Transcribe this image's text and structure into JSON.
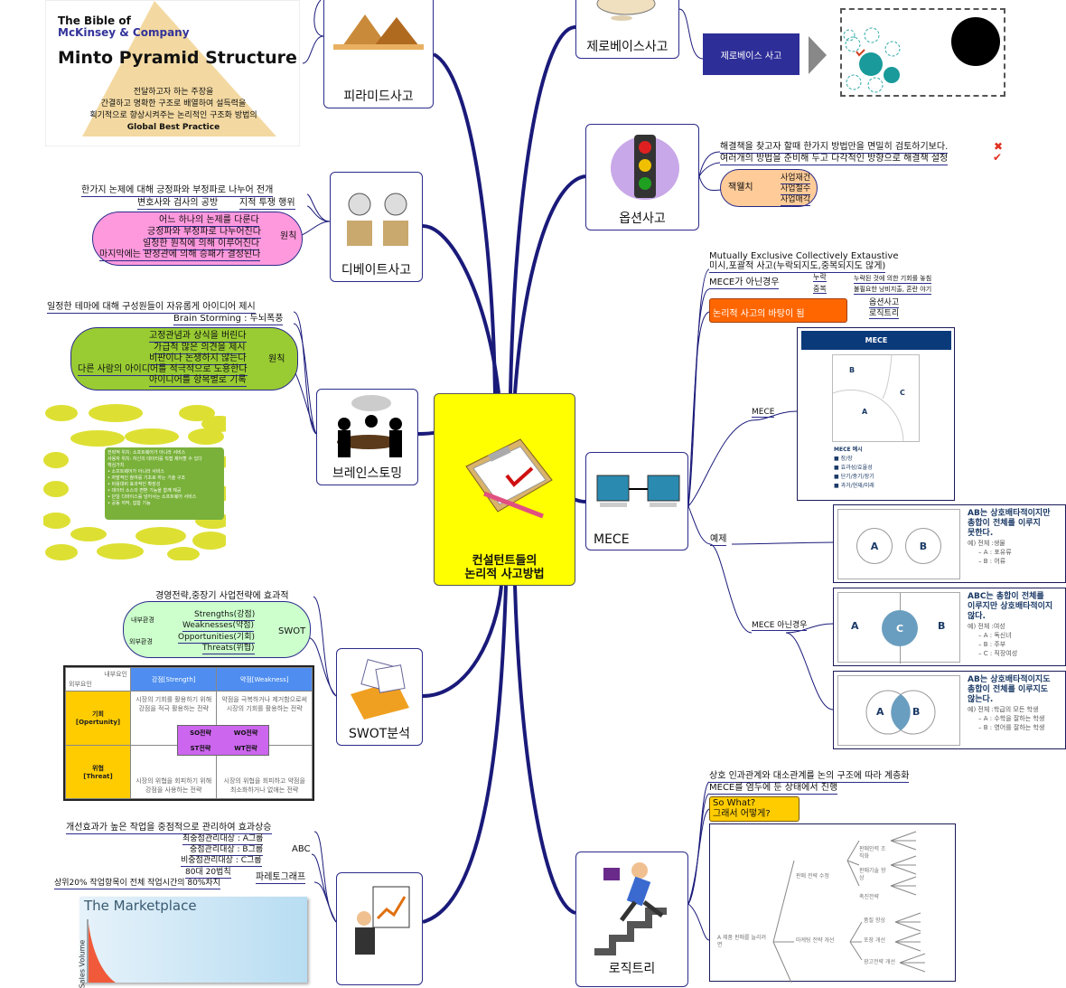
{
  "center": {
    "title_line1": "컨설턴트들의",
    "title_line2": "논리적 사고방법"
  },
  "topics": {
    "pyramid": "피라미드사고",
    "debate": "디베이트사고",
    "brainstorm": "브레인스토밍",
    "swot": "SWOT분석",
    "zerobase": "제로베이스사고",
    "option": "옵션사고",
    "mece": "MECE",
    "logictree": "로직트리"
  },
  "pyramid_image": {
    "line1": "The Bible of",
    "line2": "McKinsey & Company",
    "title": "Minto Pyramid Structure",
    "desc1": "전달하고자 하는 주장을",
    "desc2": "간결하고 명확한 구조로 배열하여 설득력을",
    "desc3": "획기적으로 향상시켜주는 논리적인 구조화 방법의",
    "desc4": "Global Best Practice"
  },
  "debate": {
    "def": "한가지 논제에 대해 긍정파와 부정파로 나누어 전개",
    "ex1": "변호사와 검사의 공방",
    "ex2": "지적 투쟁 행위",
    "principle": "원칙",
    "rules": [
      "어느 하나의 논제를 다룬다",
      "긍정파와 부정파로 나누어진다",
      "일정한 원칙에 의해 이루어진다",
      "마지막에는 판정관에 의해 승패가 결정된다"
    ]
  },
  "brainstorm": {
    "def": "일정한 테마에 대해 구성원들이 자유롭게 아이디어 제시",
    "name": "Brain Storming : 두뇌폭풍",
    "principle": "원칙",
    "rules": [
      "고정관념과 상식을 버린다",
      "가급적 많은 의견을 제시",
      "비판이나 논쟁하지 않는다",
      "다른 사람의 아이디어를 적극적으로 도용한다",
      "아이디어를 항목별로 기록"
    ],
    "image_center": [
      "전략적 위치: 소프트웨어가 아니라 서비스",
      "사용자 위치: 자신의 데이터를 직접 제어할 수 있다",
      "핵심가치",
      "• 소프트웨어가 아니라 서비스",
      "• 자발적인 참여를 기초로 하는 기술 구조",
      "• 비용대비 효과적인 확장성",
      "• 데이터 소스의 변환 기능을 함께 제공",
      "• 단일 디바이스를 넘어서는 소프트웨어 서비스",
      "• 공동 저작, 집합 기능"
    ]
  },
  "swot": {
    "def": "경영전략,중장기 사업전략에 효과적",
    "internal": "내부환경",
    "external": "외부환경",
    "items": [
      "Strengths(강점)",
      "Weaknesses(약점)",
      "Opportunities(기회)",
      "Threats(위협)"
    ],
    "name": "SWOT",
    "table": {
      "corner_top": "내부요인",
      "corner_bottom": "외부요인",
      "col1": "강점[Strength]",
      "col2": "약점[Weakness]",
      "row1_line1": "기회",
      "row1_line2": "[Opertunity]",
      "row2_line1": "위협",
      "row2_line2": "[Threat]",
      "so_text": "시장의 기회를 활용하기 위해 강점을 적극 활용하는 전략",
      "wo_text": "약점을 극복하거나 제거함으로써 시장의 기회를 활용하는 전략",
      "st_text": "시장의 위협을 회피하기 위해 강점을 사용하는 전략",
      "wt_text": "시장의 위협을 회피하고 약점을 최소화하거나 없애는 전략",
      "so": "SO전략",
      "wo": "WO전략",
      "st": "ST전략",
      "wt": "WT전략"
    }
  },
  "pareto": {
    "def": "개선효과가 높은 작업을 중점적으로 관리하여 효과상승",
    "abc": "ABC",
    "groups": [
      "최중점관리대상 : A그룹",
      "중점관리대상 : B그룹",
      "비중점관리대상 : C그룹"
    ],
    "rule": "80대 20법칙",
    "rule_desc": "상위20% 작업항목이 전체 작업시간의 80%차지",
    "graph": "파레토그래프",
    "market_title": "The Marketplace",
    "market_axis": "Sales Volume"
  },
  "zerobase": {
    "box": "제로베이스 사고"
  },
  "option": {
    "bad": "해결책을 찾고자 할때 한가지 방법만을 면밀히 검토하기보다.",
    "good": "여러개의 방법을 준비해 두고 다각적인 방향으로 해결책 설정",
    "person": "잭웰치",
    "choices": [
      "사업재건",
      "사업철수",
      "사업매각"
    ]
  },
  "mece": {
    "full": "Mutually Exclusive Collectively Extaustive",
    "desc": "미시,포괄적 사고(누락되지도,중복되지도 않게)",
    "not": "MECE가 아닌경우",
    "omit": "누락",
    "omit_desc": "누락된 것에 의한 기회를 놓침",
    "dup": "중복",
    "dup_desc": "불필요한 낭비지출, 혼란 야기",
    "basis": "논리적 사고의 바탕이 됨",
    "basis_items": [
      "옵션사고",
      "로직트리"
    ],
    "mece_label": "MECE",
    "example_label": "예제",
    "not_label": "MECE 아닌경우",
    "image": {
      "header": "MECE",
      "a": "A",
      "b": "B",
      "c": "C",
      "ex_title": "MECE 예시",
      "ex_items": [
        "장/장",
        "효과성/효율성",
        "단기/중기/장기",
        "과거/현재/미래"
      ]
    },
    "examples": [
      {
        "h1": "AB는 상호배타적이지만",
        "h2": "총합이 전체를 이루지",
        "h3": "못한다.",
        "l1": "예) 전체 :생물",
        "l2": "– A : 포유류",
        "l3": "– B : 어류",
        "l4": ""
      },
      {
        "h1": "ABC는 총합이 전체를",
        "h2": "이루지만 상호배타적이지",
        "h3": "않다.",
        "l1": "예) 전체 :여성",
        "l2": "– A : 독신녀",
        "l3": "– B : 주부",
        "l4": "– C : 직장여성"
      },
      {
        "h1": "AB는 상호배타적이지도",
        "h2": "총합이 전체를 이루지도",
        "h3": "않는다.",
        "l1": "예) 전체 :학급의 모든 학생",
        "l2": "– A : 수학을 잘하는 학생",
        "l3": "– B : 영어를 잘하는 학생",
        "l4": ""
      }
    ]
  },
  "logictree": {
    "def": "상호 인과관계와 대소관계를 논의 구조에 따라 계층화",
    "mece": "MECE를 염두에 둔 상태에서 진행",
    "sowhat1": "So What?",
    "sowhat2": "그래서 어떻게?",
    "tree": {
      "root": "A 제품 판매를 늘리려면",
      "b1": "판매 전략 수정",
      "b2": "마케팅 전략 개선",
      "b1c": [
        "판매인력 조직화",
        "판매기술 향상",
        "촉진전략"
      ],
      "b2c": [
        "품질 향상",
        "포장 개선",
        "광고전략 개선"
      ]
    }
  },
  "colors": {
    "line": "#1a1a7a",
    "center": "#ffff00",
    "orange": "#ff6600",
    "pink": "#ff99dd",
    "green": "#99cc33",
    "cyan": "#ccffcc",
    "peach": "#ffcc99",
    "navy_box": "#2e2e99",
    "sowhat": "#ffcc00"
  }
}
